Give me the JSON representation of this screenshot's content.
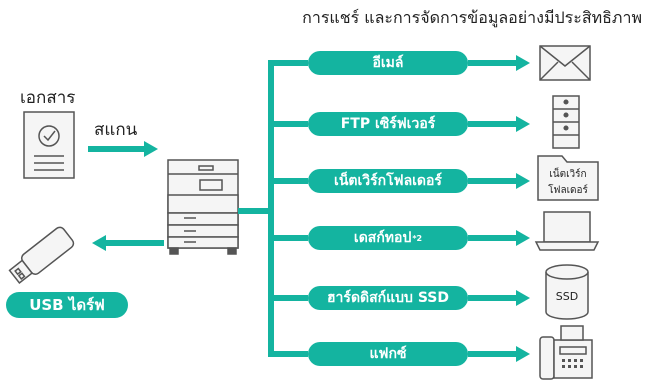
{
  "title": "การแชร์ และการจัดการข้อมูลอย่างมีประสิทธิภาพ",
  "source": {
    "document_label": "เอกสาร",
    "scan_label": "สแกน"
  },
  "usb_label": "USB ไดร์ฟ",
  "destinations": [
    {
      "label": "อีเมล์",
      "icon": "envelope-icon"
    },
    {
      "label": "FTP เซิร์ฟเวอร์",
      "icon": "server-icon"
    },
    {
      "label": "เน็ตเวิร์กโฟลเดอร์",
      "icon": "folder-icon"
    },
    {
      "label": "เดสก์ทอป",
      "note": "*2",
      "icon": "laptop-icon"
    },
    {
      "label": "ฮาร์ดดิสก์แบบ SSD",
      "icon": "ssd-icon"
    },
    {
      "label": "แฟกซ์",
      "icon": "fax-icon"
    }
  ],
  "folder_icon_text": [
    "เน็ตเวิร์ก",
    "โฟลเดอร์"
  ],
  "ssd_icon_text": "SSD",
  "colors": {
    "accent": "#14b4a0",
    "icon_stroke": "#555555",
    "icon_fill": "#f5f5f5"
  }
}
